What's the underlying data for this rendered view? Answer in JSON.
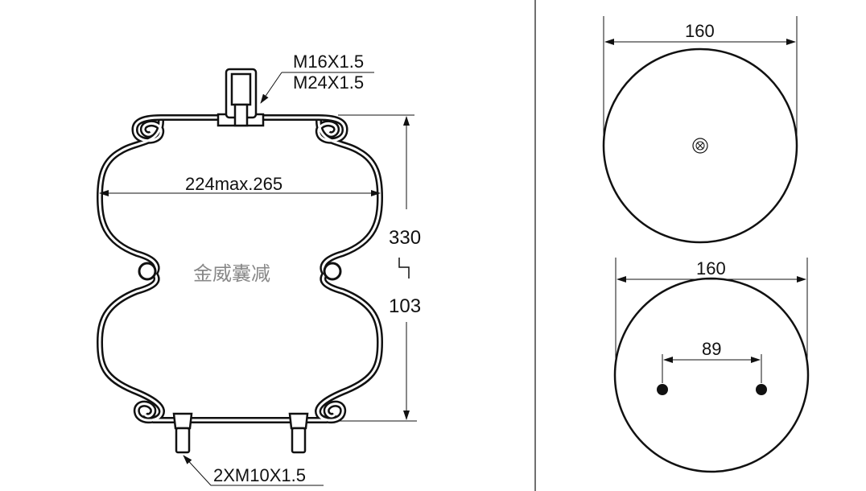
{
  "side_view": {
    "top_thread_1": "M16X1.5",
    "top_thread_2": "M24X1.5",
    "width_dim": "224max.265",
    "height_max": "330",
    "height_min": "103",
    "bottom_thread": "2XM10X1.5",
    "watermark": "金威囊减"
  },
  "top_view": {
    "diameter": "160"
  },
  "bottom_view": {
    "diameter": "160",
    "bolt_spacing": "89"
  },
  "colors": {
    "line": "#111111",
    "watermark": "#888888"
  }
}
